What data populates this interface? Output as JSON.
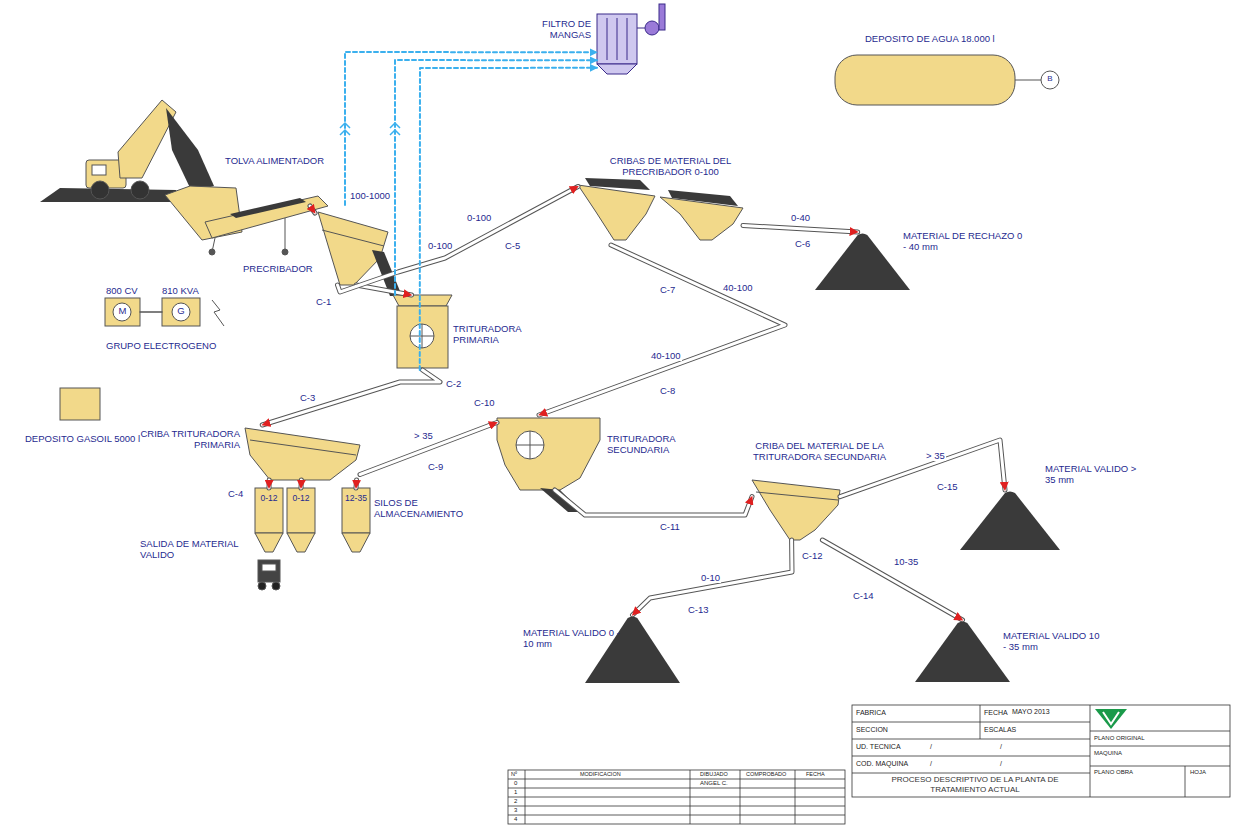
{
  "diagram": {
    "title": "PROCESO DESCRIPTIVO DE LA PLANTA DE TRATAMIENTO ACTUAL",
    "nodes": [
      {
        "text": [
          "FILTRO DE MANGAS"
        ]
      },
      {
        "text": [
          "DEPOSITO DE AGUA 18.000 l"
        ]
      },
      {
        "text": [
          "TOLVA ALIMENTADOR"
        ]
      },
      {
        "text": [
          "PRECRIBADOR"
        ]
      },
      {
        "text": [
          "TRITURADORA PRIMARIA"
        ]
      },
      {
        "text": [
          "CRIBAS DE MATERIAL DEL PRECRIBADOR 0-100"
        ]
      },
      {
        "text": [
          "MATERIAL DE RECHAZO 0 - 40 mm"
        ]
      },
      {
        "text": [
          "800 CV",
          "M"
        ]
      },
      {
        "text": [
          "810 KVA",
          "G"
        ]
      },
      {
        "text": [
          "DEPOSITO GASOIL 5000 l"
        ]
      },
      {
        "text": [
          "CRIBA TRITURADORA PRIMARIA"
        ]
      },
      {
        "text": [
          "0-12"
        ]
      },
      {
        "text": [
          "0-12"
        ]
      },
      {
        "text": [
          "12-35"
        ]
      },
      {
        "text": [
          "TRITURADORA SECUNDARIA"
        ]
      },
      {
        "text": [
          "CRIBA DEL MATERIAL DE LA TRITURADORA SECUNDARIA"
        ]
      },
      {
        "text": [
          "MATERIAL VALIDO > 35 mm"
        ]
      },
      {
        "text": [
          "MATERIAL VALIDO 0 - 10 mm"
        ]
      },
      {
        "text": [
          "MATERIAL VALIDO 10 - 35 mm"
        ]
      }
    ],
    "edges": [
      {
        "from": 2,
        "to": 3,
        "arrow": "to"
      },
      {
        "from": 3,
        "to": 4,
        "label": "100-1000",
        "arrow": "to"
      },
      {
        "from": 3,
        "to": 5,
        "label": "0-100",
        "arrow": "to"
      },
      {
        "from": 5,
        "to": 6,
        "label": "0-40",
        "arrow": "to"
      },
      {
        "from": 5,
        "to": 14,
        "label": "40-100",
        "arrow": "to"
      },
      {
        "from": 4,
        "to": 10,
        "arrow": "to"
      },
      {
        "from": 10,
        "to": 14,
        "label": "> 35",
        "arrow": "to"
      },
      {
        "from": 10,
        "to": 11,
        "arrow": "to"
      },
      {
        "from": 10,
        "to": 12,
        "arrow": "to"
      },
      {
        "from": 10,
        "to": 13,
        "arrow": "to"
      },
      {
        "from": 14,
        "to": 15,
        "arrow": "to"
      },
      {
        "from": 15,
        "to": 16,
        "label": "> 35",
        "arrow": "to"
      },
      {
        "from": 15,
        "to": 18,
        "label": "10-35",
        "arrow": "to"
      },
      {
        "from": 15,
        "to": 17,
        "label": "0-10",
        "arrow": "to"
      },
      {
        "from": 3,
        "to": 0,
        "arrow": "to"
      },
      {
        "from": 4,
        "to": 0,
        "arrow": "to"
      },
      {
        "from": 4,
        "to": 0,
        "arrow": "to"
      },
      {
        "from": 7,
        "to": 8,
        "arrow": "none"
      }
    ],
    "labels": [
      "GRUPO ELECTROGENO",
      "SILOS DE ALMACENAMIENTO",
      "SALIDA DE MATERIAL VALIDO",
      "B",
      "0-100",
      "40-100",
      "C-1",
      "C-2",
      "C-3",
      "C-4",
      "C-5",
      "C-6",
      "C-7",
      "C-8",
      "C-9",
      "C-10",
      "C-11",
      "C-12",
      "C-13",
      "C-14",
      "C-15",
      "FABRICA",
      "FECHA",
      "MAYO 2013",
      "SECCION",
      "ESCALAS",
      "UD. TECNICA",
      "/",
      "/",
      "COD. MAQUINA",
      "/",
      "/",
      "PLANO ORIGINAL",
      "MAQUINA",
      "PLANO OBRA",
      "HOJA",
      "Nº",
      "MODIFICACION",
      "DIBUJADO",
      "COMPROBADO",
      "FECHA",
      "0",
      "1",
      "2",
      "3",
      "4",
      "ANGEL C."
    ]
  }
}
